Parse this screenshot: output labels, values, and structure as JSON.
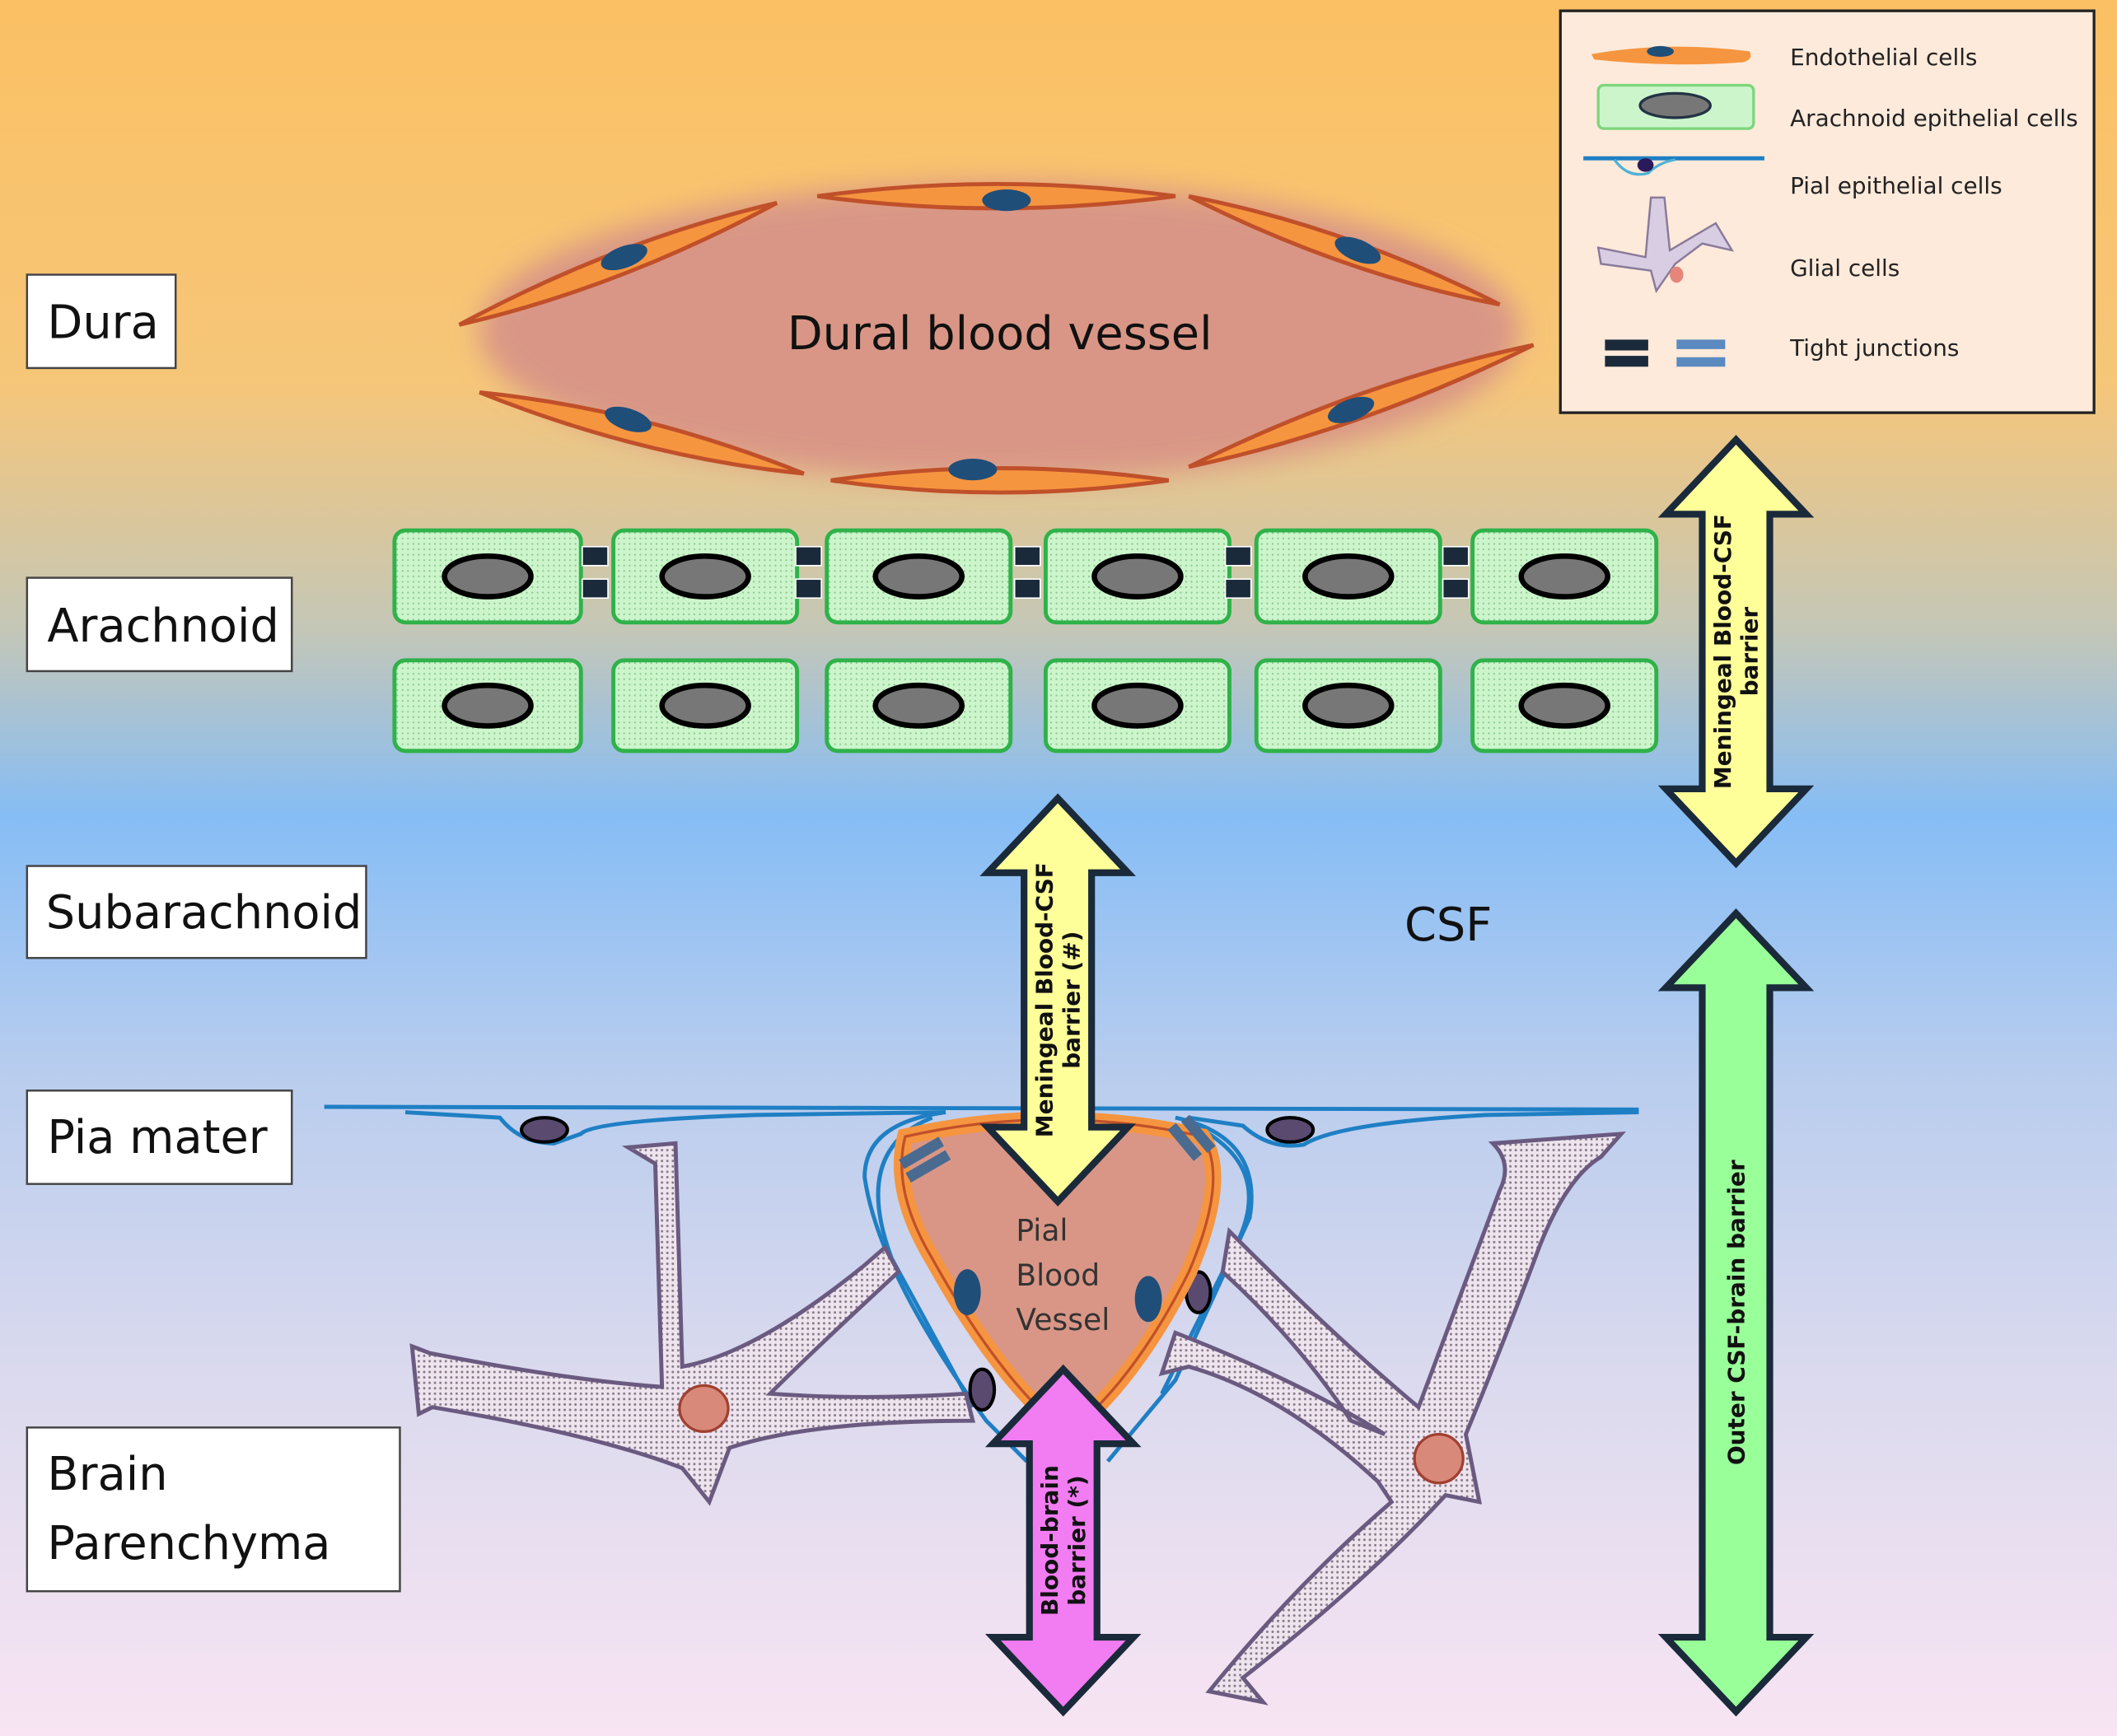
{
  "layers": [
    {
      "label": "Dura"
    },
    {
      "label": "Arachnoid"
    },
    {
      "label": "Subarachnoid"
    },
    {
      "label": "Pia mater"
    },
    {
      "label_line1": "Brain",
      "label_line2": "Parenchyma"
    }
  ],
  "dural_vessel": {
    "label": "Dural blood vessel"
  },
  "csf": {
    "label": "CSF"
  },
  "pial_vessel": {
    "line1": "Pial",
    "line2": "Blood",
    "line3": "Vessel"
  },
  "arrows": {
    "meningeal_right": {
      "line1": "Meningeal Blood-CSF",
      "line2": "barrier",
      "color": "#ffff99"
    },
    "meningeal_mid": {
      "line1": "Meningeal Blood-CSF",
      "line2": "barrier (#)",
      "color": "#ffff99"
    },
    "bbb": {
      "line1": "Blood-brain",
      "line2": "barrier (*)",
      "color": "#f27cf2"
    },
    "outer": {
      "line1": "Outer CSF-brain barrier",
      "color": "#99ff99"
    }
  },
  "legend": {
    "items": [
      {
        "label": "Endothelial cells",
        "icon": "endothelial-cell-icon"
      },
      {
        "label": "Arachnoid epithelial cells",
        "icon": "arachnoid-cell-icon"
      },
      {
        "label": "Pial epithelial cells",
        "icon": "pial-cell-icon"
      },
      {
        "label": "Glial cells",
        "icon": "glial-cell-icon"
      },
      {
        "label": "Tight junctions",
        "icon": "tight-junction-icon"
      }
    ]
  },
  "colors": {
    "dura_bg": "#fbc063",
    "subarachnoid_bg": "#86bdf5",
    "parenchyma_bg": "#f6e4f3",
    "endothelial": "#f6953f",
    "arachnoid_cell": "#ccf5cc",
    "pia": "#1f7fc4",
    "glial": "#e0d4e4"
  }
}
